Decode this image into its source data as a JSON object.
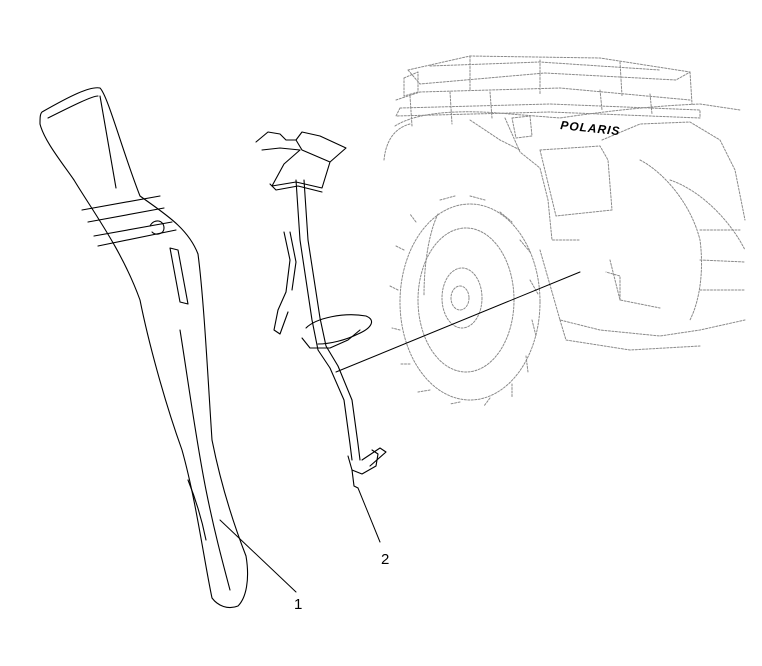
{
  "diagram": {
    "brand_logo_text": "POLARIS",
    "callouts": [
      {
        "label": "1"
      },
      {
        "label": "2"
      }
    ]
  },
  "colors": {
    "line": "#000000",
    "faint": "#8a8a8a",
    "background": "#ffffff"
  }
}
